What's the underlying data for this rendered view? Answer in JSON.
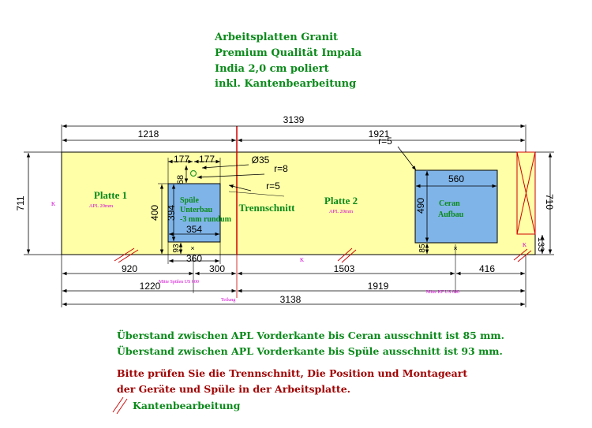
{
  "header": {
    "line1": "Arbeitsplatten Granit",
    "line2": "Premium Qualität Impala",
    "line3": "India 2,0 cm poliert",
    "line4": "inkl. Kantenbearbeitung"
  },
  "dims": {
    "top_total": "3139",
    "top_left": "1218",
    "top_right": "1921",
    "height_left": "711",
    "height_right": "710",
    "sink_offset_a": "177",
    "sink_offset_b": "177",
    "hole_dia": "Ø35",
    "radius_8": "r=8",
    "radius_5_sink": "r=5",
    "radius_5_ceran": "r=5",
    "sink_small_68": "68",
    "sink_depth_400": "400",
    "sink_inner_394": "394",
    "sink_width_354": "354",
    "sink_bottom_93": "93",
    "sink_360": "360",
    "ceran_width": "560",
    "ceran_depth": "490",
    "ceran_bottom_85": "85",
    "right_133": "133",
    "b1_left": "920",
    "b1_sink": "300",
    "b1_mid": "1503",
    "b1_right": "416",
    "b2_left": "1220",
    "b2_right": "1919",
    "b3_total": "3138"
  },
  "labels": {
    "platte1": "Platte 1",
    "platte1_sub": "APL 20mm",
    "platte2": "Platte 2",
    "platte2_sub": "APL 20mm",
    "trennschnitt": "Trennschnitt",
    "spuele_1": "Spüle",
    "spuele_2": "Unterbau",
    "spuele_3": "-3 mm rundum",
    "ceran_1": "Ceran",
    "ceran_2": "Aufbau",
    "k_left": "K",
    "k_bottom": "K",
    "k_right": "K",
    "mitte_spuele": "Mitte Spülen US 600",
    "teilung": "Teilung",
    "mitte_kf": "Mitte KF US 600"
  },
  "notes": {
    "line1": "Überstand zwischen APL Vorderkante bis Ceran ausschnitt ist 85 mm.",
    "line2": "Überstand zwischen APL Vorderkante bis Spüle ausschnitt ist 93 mm.",
    "line3": "Bitte prüfen Sie die Trennschnitt, Die Position und Montageart",
    "line4": "der Geräte und Spüle in der Arbeitsplatte.",
    "legend": "Kantenbearbeitung"
  },
  "colors": {
    "countertop": "#ffffa8",
    "cutout": "#7fb4e8",
    "cut_line": "#d00000",
    "text_green": "#0a8a1a",
    "text_red": "#a00000",
    "magenta": "#d000d0"
  }
}
